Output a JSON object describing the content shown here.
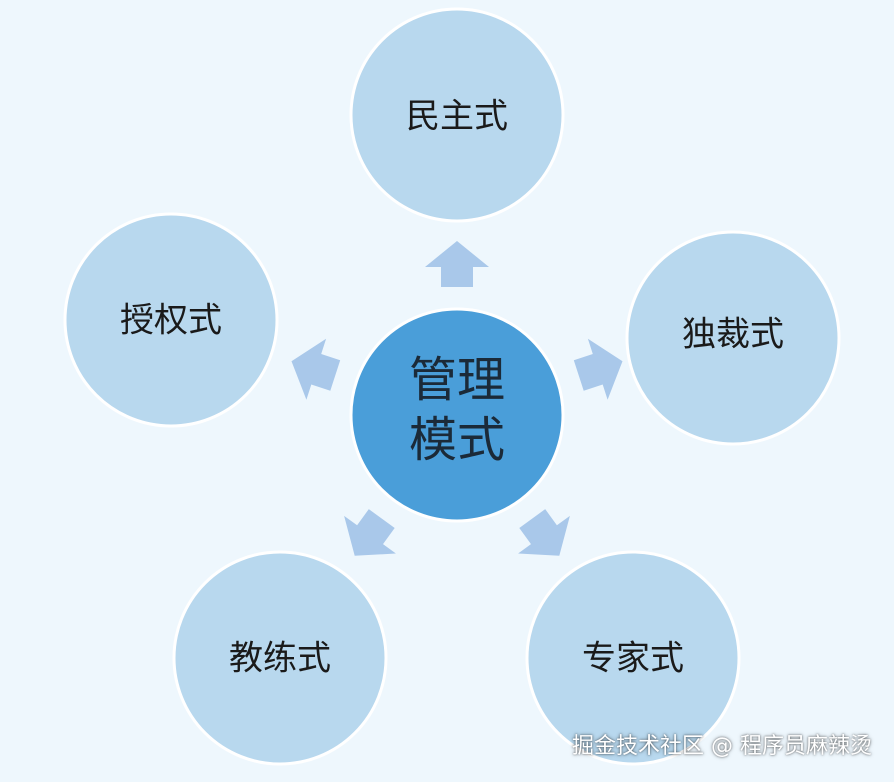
{
  "diagram": {
    "center": {
      "line1": "管理",
      "line2": "模式",
      "fill": "#4a9ed9"
    },
    "nodes": [
      {
        "id": "democratic",
        "label": "民主式"
      },
      {
        "id": "autocratic",
        "label": "独裁式"
      },
      {
        "id": "expert",
        "label": "专家式"
      },
      {
        "id": "coaching",
        "label": "教练式"
      },
      {
        "id": "delegating",
        "label": "授权式"
      }
    ],
    "node_fill": "#b8d8ee",
    "arrow_fill": "#a9c8ea",
    "background": "#eef7fd"
  },
  "watermark": "掘金技术社区 @ 程序员麻辣烫"
}
